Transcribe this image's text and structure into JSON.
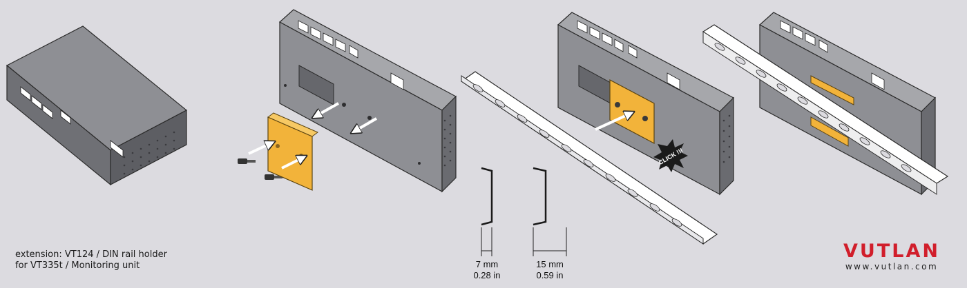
{
  "caption": {
    "line1": "extension: VT124 / DIN rail holder",
    "line2": "for VT335t / Monitoring unit"
  },
  "brand": {
    "name": "VUTLAN",
    "url": "www.vutlan.com",
    "color": "#d11e2b"
  },
  "click_label": "CLICK !!!",
  "profiles": [
    {
      "metric": "7 mm",
      "imperial": "0.28 in"
    },
    {
      "metric": "15 mm",
      "imperial": "0.59 in"
    }
  ],
  "colors": {
    "background": "#dcdbe0",
    "device_top": "#8e8f94",
    "device_front": "#6a6b70",
    "holder": "#f2b33a",
    "rail": "#ffffff"
  },
  "icons": [
    "arrow-icon",
    "screw-icon",
    "vent-grille",
    "ethernet-port-icon"
  ]
}
